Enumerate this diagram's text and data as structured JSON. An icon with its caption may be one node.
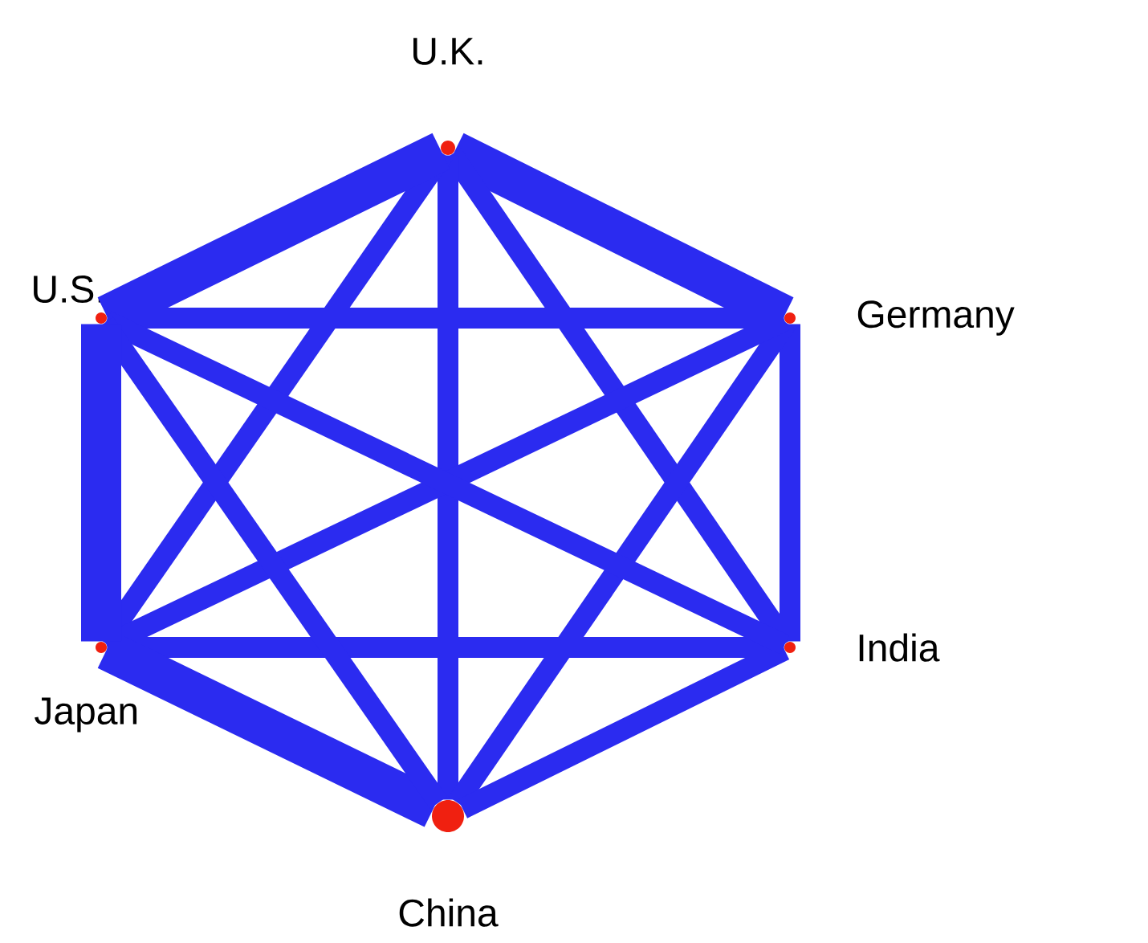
{
  "diagram": {
    "nodes": [
      {
        "text": [],
        "shape": "circle",
        "beside": [
          "U.K."
        ]
      },
      {
        "text": [],
        "shape": "circle",
        "beside": [
          "Germany"
        ]
      },
      {
        "text": [],
        "shape": "circle",
        "beside": [
          "India"
        ]
      },
      {
        "text": [],
        "shape": "circle",
        "beside": [
          "China"
        ]
      },
      {
        "text": [],
        "shape": "circle",
        "beside": [
          "Japan"
        ]
      },
      {
        "text": [],
        "shape": "circle",
        "beside": [
          "U.S."
        ]
      }
    ],
    "edges": [
      {
        "from": 0,
        "to": 1,
        "arrow": "none",
        "style": "thick"
      },
      {
        "from": 0,
        "to": 2,
        "arrow": "none"
      },
      {
        "from": 0,
        "to": 3,
        "arrow": "none"
      },
      {
        "from": 0,
        "to": 4,
        "arrow": "none"
      },
      {
        "from": 0,
        "to": 5,
        "arrow": "none",
        "style": "thick"
      },
      {
        "from": 1,
        "to": 2,
        "arrow": "none"
      },
      {
        "from": 1,
        "to": 3,
        "arrow": "none"
      },
      {
        "from": 1,
        "to": 4,
        "arrow": "none"
      },
      {
        "from": 1,
        "to": 5,
        "arrow": "none"
      },
      {
        "from": 2,
        "to": 3,
        "arrow": "none"
      },
      {
        "from": 2,
        "to": 4,
        "arrow": "none"
      },
      {
        "from": 2,
        "to": 5,
        "arrow": "none"
      },
      {
        "from": 3,
        "to": 4,
        "arrow": "none",
        "style": "thick"
      },
      {
        "from": 3,
        "to": 5,
        "arrow": "none"
      },
      {
        "from": 4,
        "to": 5,
        "arrow": "none",
        "style": "thick"
      }
    ]
  }
}
